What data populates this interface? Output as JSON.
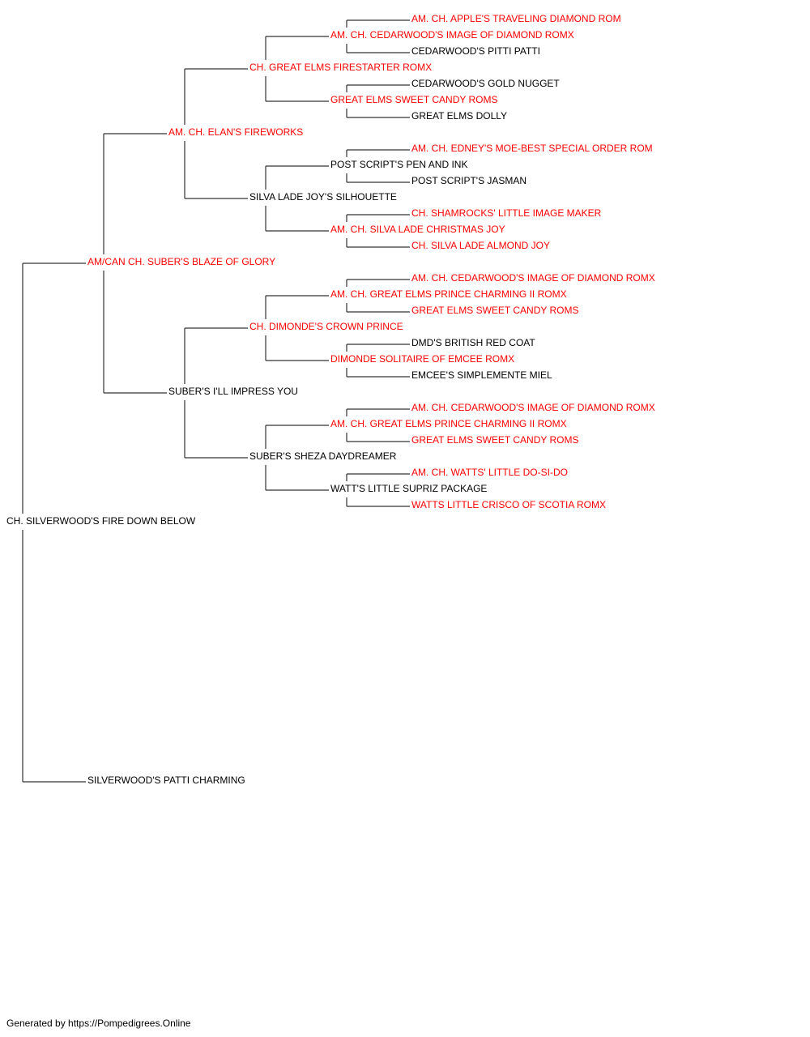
{
  "colors": {
    "champion": "#ff0000",
    "normal": "#000000",
    "line": "#333333"
  },
  "pedigree": {
    "name": "CH. SILVERWOOD'S FIRE DOWN BELOW",
    "champion": false,
    "sire": {
      "name": "AM/CAN CH. SUBER'S BLAZE OF GLORY",
      "champion": true,
      "sire": {
        "name": "AM. CH. ELAN'S FIREWORKS",
        "champion": true,
        "sire": {
          "name": "CH. GREAT ELMS FIRESTARTER ROMX",
          "champion": true,
          "sire": {
            "name": "AM. CH. CEDARWOOD'S IMAGE OF DIAMOND ROMX",
            "champion": true,
            "sire": {
              "name": "AM. CH. APPLE'S TRAVELING DIAMOND ROM",
              "champion": true
            },
            "dam": {
              "name": "CEDARWOOD'S PITTI PATTI",
              "champion": false
            }
          },
          "dam": {
            "name": "GREAT ELMS SWEET CANDY ROMS",
            "champion": true,
            "sire": {
              "name": "CEDARWOOD'S GOLD NUGGET",
              "champion": false
            },
            "dam": {
              "name": "GREAT ELMS DOLLY",
              "champion": false
            }
          }
        },
        "dam": {
          "name": "SILVA LADE JOY'S SILHOUETTE",
          "champion": false,
          "sire": {
            "name": "POST SCRIPT'S PEN AND INK",
            "champion": false,
            "sire": {
              "name": "AM. CH. EDNEY'S MOE-BEST SPECIAL ORDER ROM",
              "champion": true
            },
            "dam": {
              "name": "POST SCRIPT'S JASMAN",
              "champion": false
            }
          },
          "dam": {
            "name": "AM. CH. SILVA LADE CHRISTMAS JOY",
            "champion": true,
            "sire": {
              "name": "CH. SHAMROCKS' LITTLE IMAGE MAKER",
              "champion": true
            },
            "dam": {
              "name": "CH. SILVA LADE ALMOND JOY",
              "champion": true
            }
          }
        }
      },
      "dam": {
        "name": "SUBER'S I'LL IMPRESS YOU",
        "champion": false,
        "sire": {
          "name": "CH. DIMONDE'S CROWN PRINCE",
          "champion": true,
          "sire": {
            "name": "AM. CH. GREAT ELMS PRINCE CHARMING II ROMX",
            "champion": true,
            "sire": {
              "name": "AM. CH. CEDARWOOD'S IMAGE OF DIAMOND ROMX",
              "champion": true
            },
            "dam": {
              "name": "GREAT ELMS SWEET CANDY ROMS",
              "champion": true
            }
          },
          "dam": {
            "name": "DIMONDE SOLITAIRE OF EMCEE ROMX",
            "champion": true,
            "sire": {
              "name": "DMD'S BRITISH RED COAT",
              "champion": false
            },
            "dam": {
              "name": "EMCEE'S SIMPLEMENTE MIEL",
              "champion": false
            }
          }
        },
        "dam": {
          "name": "SUBER'S SHEZA DAYDREAMER",
          "champion": false,
          "sire": {
            "name": "AM. CH. GREAT ELMS PRINCE CHARMING II ROMX",
            "champion": true,
            "sire": {
              "name": "AM. CH. CEDARWOOD'S IMAGE OF DIAMOND ROMX",
              "champion": true
            },
            "dam": {
              "name": "GREAT ELMS SWEET CANDY ROMS",
              "champion": true
            }
          },
          "dam": {
            "name": "WATT'S LITTLE SUPRIZ PACKAGE",
            "champion": false,
            "sire": {
              "name": "AM. CH. WATTS' LITTLE DO-SI-DO",
              "champion": true
            },
            "dam": {
              "name": "WATTS LITTLE CRISCO OF SCOTIA ROMX",
              "champion": true
            }
          }
        }
      }
    },
    "dam": {
      "name": "SILVERWOOD'S PATTI CHARMING",
      "champion": false
    }
  },
  "footer": {
    "text": "Generated by https://Pompedigrees.Online"
  }
}
